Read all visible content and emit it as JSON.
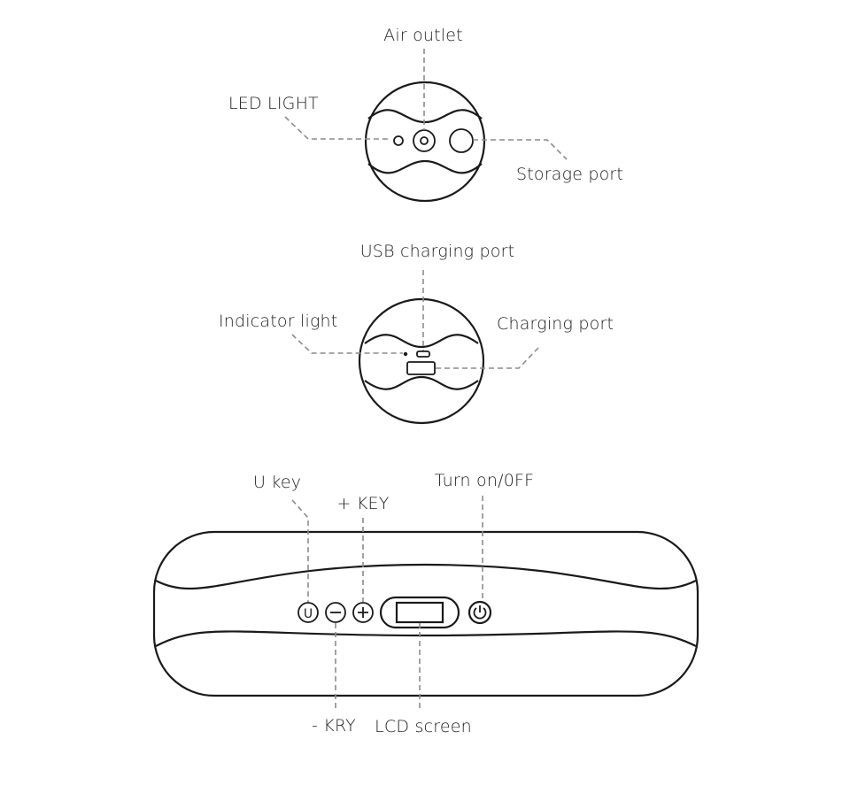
{
  "top_view": {
    "air_outlet": "Air outlet",
    "led_light": "LED LIGHT",
    "storage_port": "Storage port"
  },
  "middle_view": {
    "usb_charging_port": "USB charging port",
    "indicator_light": "Indicator light",
    "charging_port": "Charging port"
  },
  "front_view": {
    "u_key": "U key",
    "plus_key": "+ KEY",
    "turn_on_off": "Turn on/0FF",
    "minus_key": "- KRY",
    "lcd_screen": "LCD screen",
    "u_key_glyph": "U"
  }
}
